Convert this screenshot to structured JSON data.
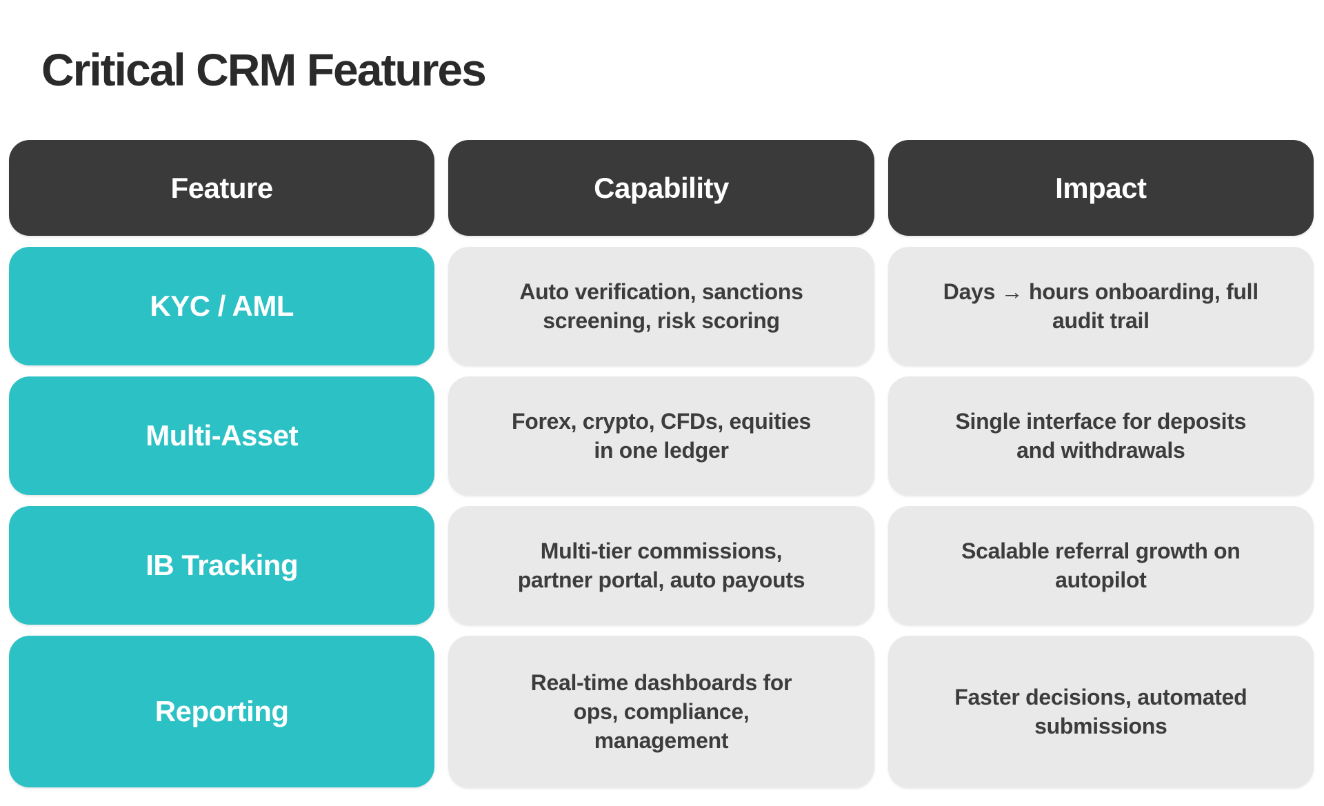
{
  "title": "Critical CRM Features",
  "colors": {
    "accent_teal": "#2cc1c5",
    "header_bg": "#3a3a3a",
    "cell_bg": "#e9e9e9",
    "header_text": "#ffffff",
    "cell_text": "#3c3c3c",
    "title_text": "#2a2a2a",
    "page_bg": "#ffffff"
  },
  "chart_data": {
    "type": "table",
    "title": "Critical CRM Features",
    "columns": [
      "Feature",
      "Capability",
      "Impact"
    ],
    "rows": [
      {
        "feature": "KYC / AML",
        "capability": "Auto verification, sanctions\nscreening, risk scoring",
        "impact": "Days → hours onboarding, full\naudit trail"
      },
      {
        "feature": "Multi-Asset",
        "capability": "Forex, crypto, CFDs, equities\nin one ledger",
        "impact": "Single interface for deposits\nand withdrawals"
      },
      {
        "feature": "IB Tracking",
        "capability": "Multi-tier commissions,\npartner portal, auto payouts",
        "impact": "Scalable referral growth on\nautopilot"
      },
      {
        "feature": "Reporting",
        "capability": "Real-time dashboards for\nops, compliance,\nmanagement",
        "impact": "Faster decisions, automated\nsubmissions"
      }
    ],
    "layout": {
      "legend": "none",
      "grid": "off",
      "style": "rounded pill table, teal feature column, dark header row"
    }
  }
}
